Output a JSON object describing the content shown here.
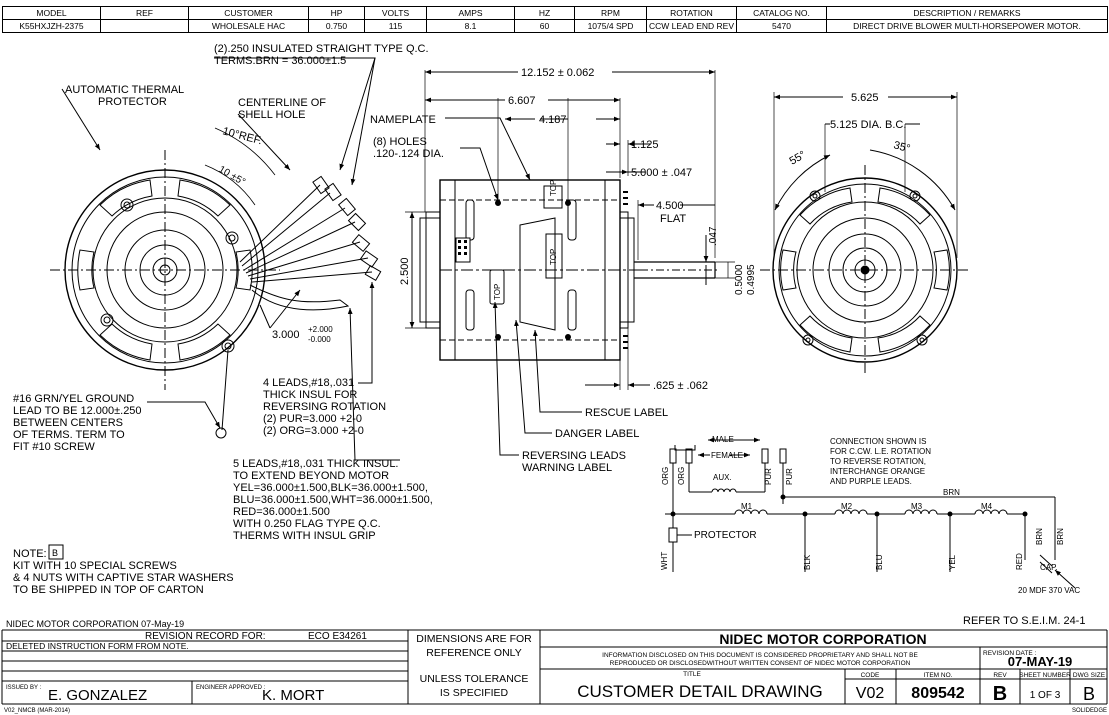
{
  "header": {
    "columns": [
      "MODEL",
      "REF",
      "CUSTOMER",
      "HP",
      "VOLTS",
      "AMPS",
      "HZ",
      "RPM",
      "ROTATION",
      "CATALOG NO.",
      "DESCRIPTION / REMARKS"
    ],
    "values": [
      "K55HXJZH-2375",
      "",
      "WHOLESALE HAC",
      "0.750",
      "115",
      "8.1",
      "60",
      "1075/4 SPD",
      "CCW LEAD END REV",
      "5470",
      "DIRECT DRIVE BLOWER MULTI-HORSEPOWER MOTOR."
    ]
  },
  "callouts": {
    "qc_terms": [
      "(2).250 INSULATED STRAIGHT TYPE Q.C.",
      "TERMS.BRN = 36.000±1.5"
    ],
    "thermal": [
      "AUTOMATIC THERMAL",
      "PROTECTOR"
    ],
    "centerline": [
      "CENTERLINE OF",
      "SHELL HOLE"
    ],
    "ref_angle": "10°REF.",
    "tol_angle": "10 ±5°",
    "lead_len": "3.000",
    "lead_tol_plus": "+2.000",
    "lead_tol_minus": "-0.000",
    "ground": [
      "#16 GRN/YEL GROUND",
      "LEAD TO BE 12.000±.250",
      "BETWEEN CENTERS",
      "OF TERMS. TERM TO",
      "FIT #10 SCREW"
    ],
    "four_leads": [
      "4 LEADS,#18,.031",
      "THICK INSUL FOR",
      "REVERSING ROTATION",
      "(2) PUR=3.000 +2-0",
      "(2) ORG=3.000 +2-0"
    ],
    "five_leads": [
      "5 LEADS,#18,.031 THICK INSUL.",
      "TO EXTEND BEYOND MOTOR",
      "YEL=36.000±1.500,BLK=36.000±1.500,",
      "BLU=36.000±1.500,WHT=36.000±1.500,",
      "RED=36.000±1.500",
      "WITH 0.250 FLAG TYPE Q.C.",
      "THERMS WITH INSUL GRIP"
    ],
    "note_label": "NOTE:",
    "note_rev": "B",
    "note": [
      "KIT WITH 10 SPECIAL SCREWS",
      "& 4 NUTS WITH CAPTIVE STAR WASHERS",
      "TO BE SHIPPED IN TOP OF CARTON"
    ],
    "nameplate": "NAMEPLATE",
    "holes": [
      "(8) HOLES",
      ".120-.124 DIA."
    ],
    "dim_overall": "12.152 ± 0.062",
    "dim_6607": "6.607",
    "dim_4187": "4.187",
    "dim_1125": "1.125",
    "dim_5000": "5.000 ± .047",
    "dim_4500": "4.500",
    "flat": "FLAT",
    "dim_2500": "2.500",
    "dim_047": ".047",
    "shaft_dia_a": "0.5000",
    "shaft_dia_b": "0.4995",
    "dim_625": ".625 ± .062",
    "top1": "TOP",
    "top2": "TOP",
    "top3": "TOP",
    "rescue": "RESCUE LABEL",
    "danger": "DANGER LABEL",
    "reversing": [
      "REVERSING LEADS",
      "WARNING LABEL"
    ],
    "dim_5625": "5.625",
    "bc": "5.125 DIA. B.C.",
    "ang55": "55°",
    "ang35": "35°"
  },
  "schematic": {
    "male": "MALE",
    "female": "FEMALE",
    "aux": "AUX.",
    "org1": "ORG",
    "org2": "ORG",
    "pur1": "PUR",
    "pur2": "PUR",
    "brn_top": "BRN",
    "m1": "M1",
    "m2": "M2",
    "m3": "M3",
    "m4": "M4",
    "protector": "PROTECTOR",
    "wht": "WHT",
    "blk": "BLK",
    "blu": "BLU",
    "yel": "YEL",
    "red": "RED",
    "brn1": "BRN",
    "brn2": "BRN",
    "cap": "CAP.",
    "cap_rating": "20 MDF 370 VAC",
    "connection": [
      "CONNECTION SHOWN IS",
      "FOR C.CW. L.E. ROTATION",
      "TO REVERSE ROTATION,",
      "INTERCHANGE ORANGE",
      "AND PURPLE LEADS."
    ]
  },
  "footer": {
    "company_date": "NIDEC MOTOR CORPORATION 07-May-19",
    "refer": "REFER TO S.E.I.M. 24-1",
    "revision_record": "REVISION RECORD FOR:",
    "eco": "ECO E34261",
    "deleted": "DELETED INSTRUCTION FORM FROM NOTE.",
    "dims_ref": [
      "DIMENSIONS ARE FOR",
      "REFERENCE ONLY"
    ],
    "unless": [
      "UNLESS TOLERANCE",
      "IS SPECIFIED"
    ],
    "company": "NIDEC MOTOR CORPORATION",
    "info": [
      "INFORMATION DISCLOSED ON THIS DOCUMENT IS CONSIDERED PROPRIETARY AND SHALL NOT BE",
      "REPRODUCED OR DISCLOSEDWITHOUT WRITTEN CONSENT OF NIDEC MOTOR CORPORATION"
    ],
    "revision_date_label": "REVISION DATE :",
    "revision_date": "07-MAY-19",
    "title_label": "TITLE",
    "title": "CUSTOMER DETAIL DRAWING",
    "code_label": "CODE",
    "code": "V02",
    "item_label": "ITEM NO.",
    "item": "809542",
    "rev_label": "REV",
    "rev": "B",
    "sheet_label": "SHEET NUMBER",
    "sheet": "1 OF 3",
    "dwg_label": "DWG SIZE",
    "dwg": "B",
    "issued_label": "ISSUED BY :",
    "issued": "E. GONZALEZ",
    "engineer_label": "ENGINEER APPROVED :",
    "engineer": "K. MORT",
    "form": "V02_NMCB (MAR-2014)",
    "solidedge": "SOLIDEDGE"
  }
}
